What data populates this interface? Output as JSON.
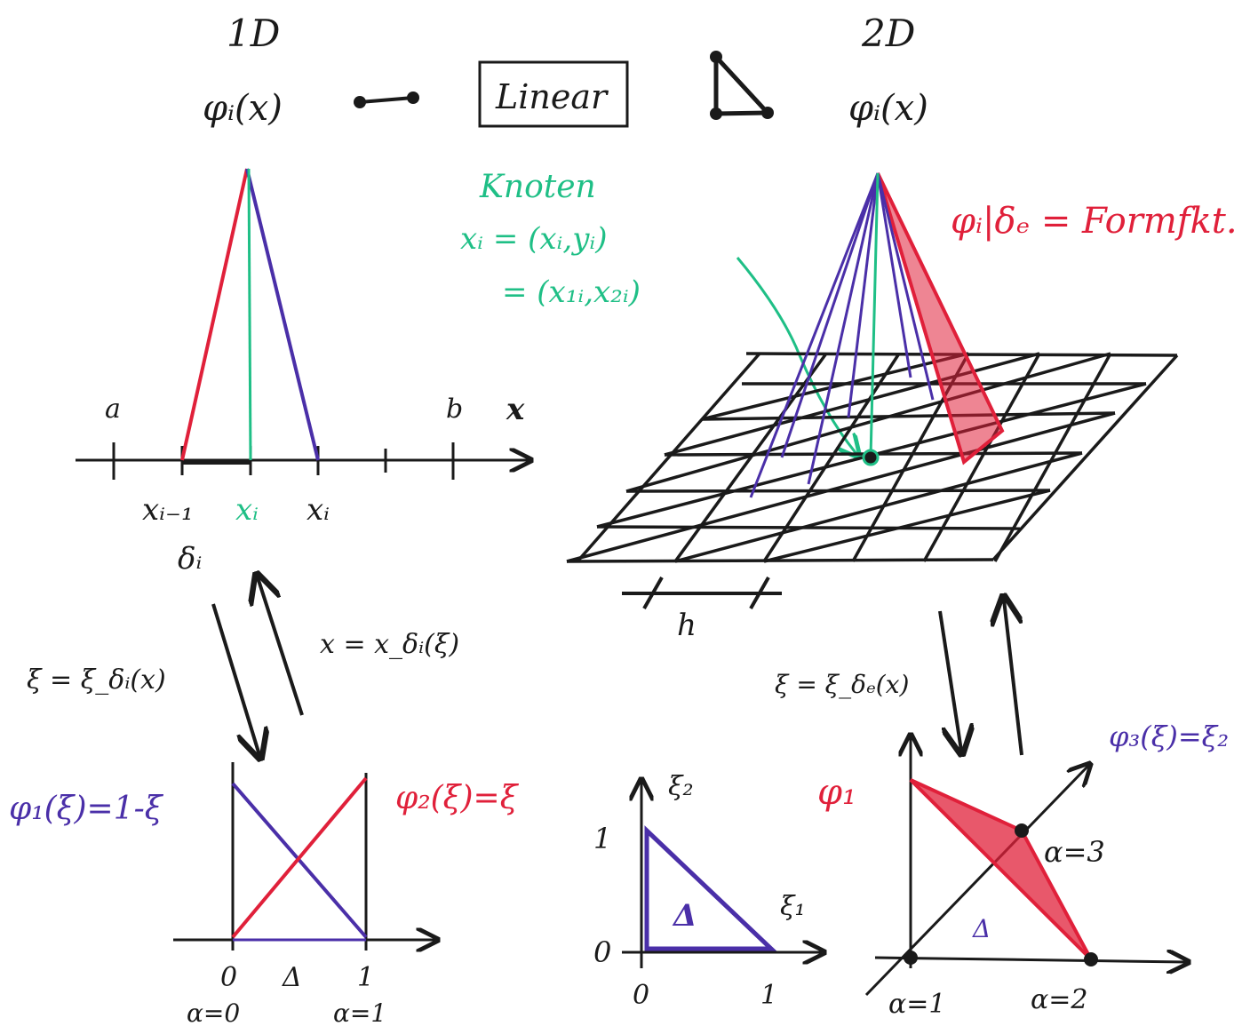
{
  "colors": {
    "ink": "#1a1a1a",
    "red": "#e0203a",
    "purple": "#4a2fa8",
    "teal": "#1fbf86"
  },
  "one_d": {
    "title": "1D",
    "phi": "φᵢ(x)",
    "label_a": "a",
    "label_b": "b",
    "axis_x": "x",
    "node_prev": "xᵢ₋₁",
    "node_mid": "xᵢ",
    "node_next": "xᵢ",
    "element": "δᵢ",
    "map_forward": "ξ = ξ_δᵢ(x)",
    "map_backward": "x = x_δᵢ(ξ)",
    "phi1": "φ₁(ξ)=1-ξ",
    "phi2": "φ₂(ξ)=ξ",
    "ref_zero": "0",
    "ref_delta": "Δ",
    "ref_one": "1",
    "alpha0": "α=0",
    "alpha1": "α=1"
  },
  "center": {
    "linear_label": "Linear",
    "knoten_title": "Knoten",
    "knoten_eq1": "xᵢ = (xᵢ,yᵢ)",
    "knoten_eq2": "= (x₁ᵢ,x₂ᵢ)",
    "ref_xi2": "ξ₂",
    "ref_xi1": "ξ₁",
    "ref_one_y": "1",
    "ref_zero_y": "0",
    "ref_zero_x": "0",
    "ref_one_x": "1",
    "ref_delta": "Δ"
  },
  "two_d": {
    "title": "2D",
    "phi": "φᵢ(x)",
    "formfkt": "φᵢ|δₑ = Formfkt.",
    "h_label": "h",
    "map_forward": "ξ = ξ_δₑ(x)",
    "phi1": "φ₁",
    "phi3": "φ₃(ξ)=ξ₂",
    "alpha1": "α=1",
    "alpha2": "α=2",
    "alpha3": "α=3",
    "ref_delta": "Δ"
  }
}
